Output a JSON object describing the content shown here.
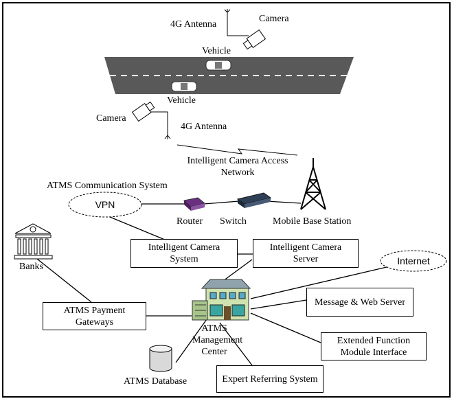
{
  "labels": {
    "antenna_top": "4G Antenna",
    "camera_top": "Camera",
    "vehicle_top": "Vehicle",
    "vehicle_bottom": "Vehicle",
    "camera_bottom": "Camera",
    "antenna_bottom": "4G Antenna",
    "access_network": "Intelligent Camera Access Network",
    "comm_system": "ATMS Communication System",
    "vpn": "VPN",
    "router": "Router",
    "switch": "Switch",
    "base_station": "Mobile Base Station",
    "banks": "Banks",
    "internet": "Internet",
    "management_center": "ATMS Management Center",
    "database": "ATMS Database"
  },
  "boxes": {
    "ic_system": "Intelligent Camera System",
    "ic_server": "Intelligent Camera Server",
    "payment": "ATMS Payment Gateways",
    "web_server": "Message & Web Server",
    "extended": "Extended Function Module Interface",
    "expert": "Expert Referring System"
  },
  "colors": {
    "road": "#595959",
    "router": "#6b2f82",
    "switch": "#2e4057",
    "building": "#cfe3b0"
  }
}
